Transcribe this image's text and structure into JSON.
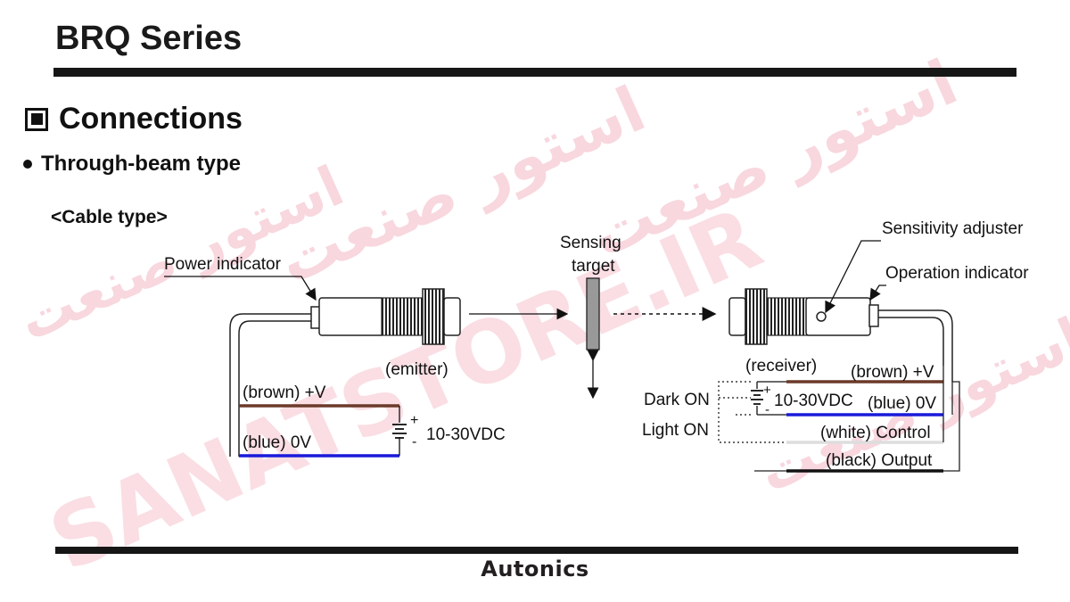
{
  "page": {
    "title": "BRQ Series",
    "section_heading": "Connections",
    "subheading": "Through-beam type",
    "cable_type": "<Cable type>",
    "brand": "Autonics"
  },
  "watermark": {
    "latin": "SANATSTORE.IR",
    "arabic": "استور صنعت"
  },
  "diagram": {
    "emitter": {
      "caption": "(emitter)",
      "power_indicator": "Power indicator",
      "wire_brown": "(brown) +V",
      "wire_blue": "(blue) 0V",
      "supply_plus": "+",
      "supply_minus": "-",
      "supply_voltage": "10-30VDC"
    },
    "target": {
      "label_line1": "Sensing",
      "label_line2": "target"
    },
    "receiver": {
      "caption": "(receiver)",
      "sensitivity_adjuster": "Sensitivity adjuster",
      "operation_indicator": "Operation indicator",
      "wire_brown": "(brown) +V",
      "wire_blue": "(blue) 0V",
      "wire_white": "(white) Control",
      "wire_black": "(black) Output",
      "supply_plus": "+",
      "supply_minus": "-",
      "supply_voltage": "10-30VDC",
      "dark_on": "Dark ON",
      "light_on": "Light ON"
    },
    "colors": {
      "brown": "#6b3a2a",
      "blue": "#1a1adb",
      "white": "#e6e6e6",
      "black": "#111111"
    }
  }
}
